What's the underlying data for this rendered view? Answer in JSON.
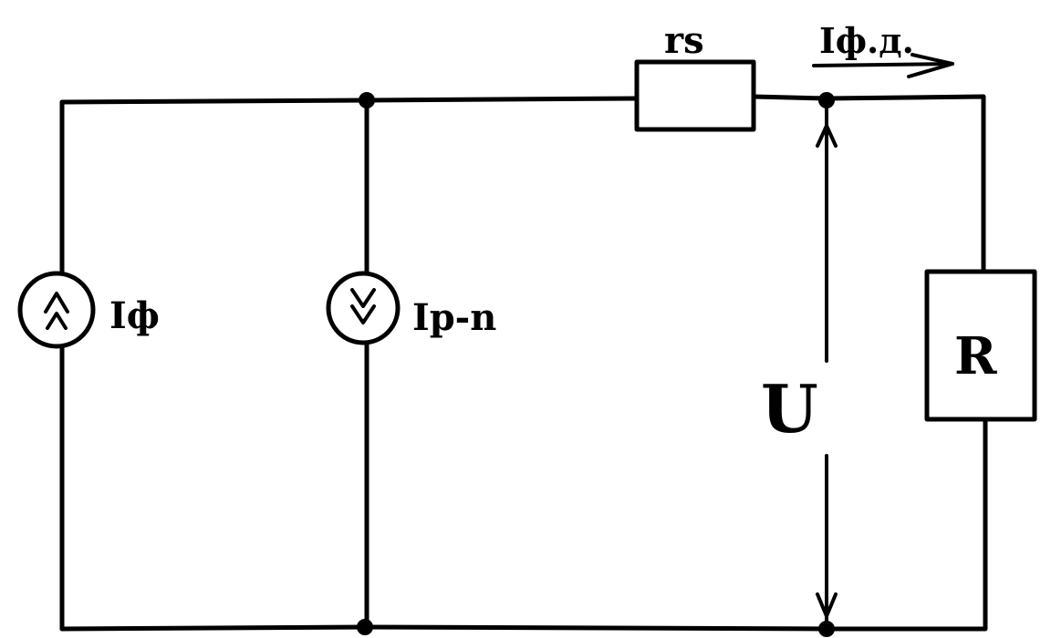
{
  "labels": {
    "source_photo": "Iф",
    "source_pn": "Ip-n",
    "series_resistor": "rs",
    "output_current": "Iф.д.",
    "load_resistor": "R",
    "voltage": "U"
  }
}
